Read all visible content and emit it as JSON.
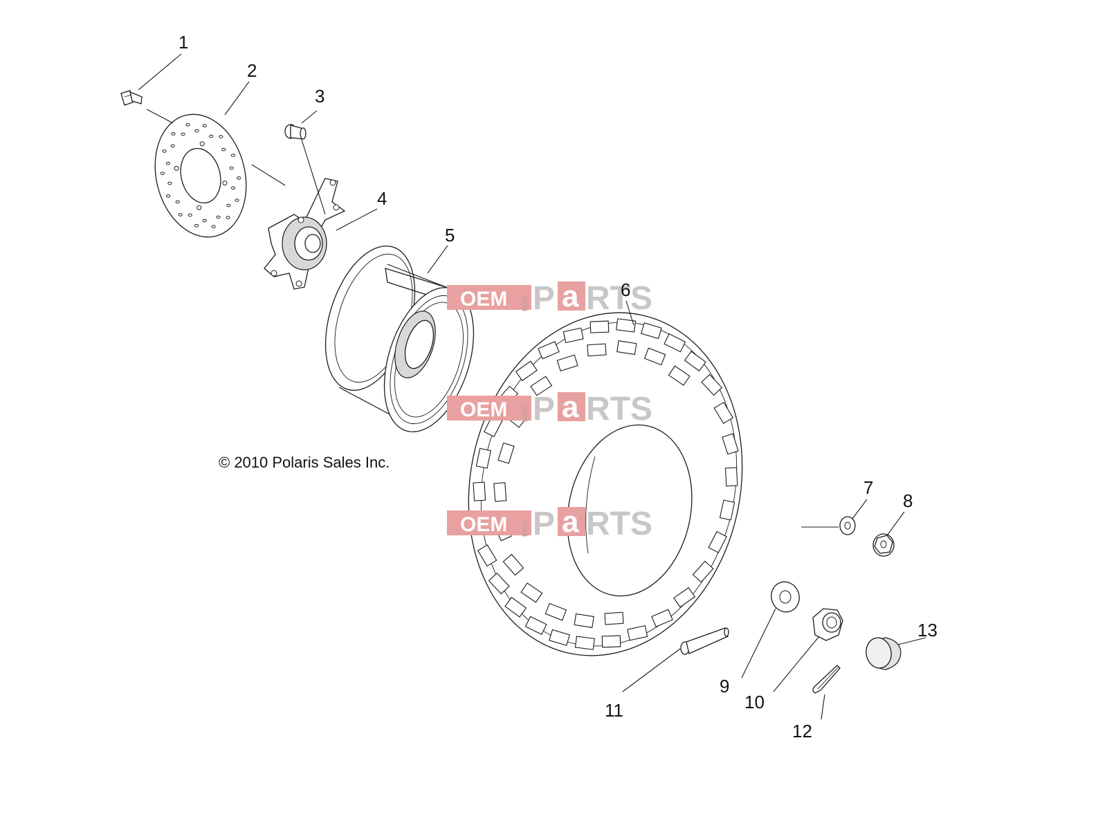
{
  "copyright": "© 2010 Polaris Sales Inc.",
  "callouts": [
    {
      "id": "1",
      "label": "1"
    },
    {
      "id": "2",
      "label": "2"
    },
    {
      "id": "3",
      "label": "3"
    },
    {
      "id": "4",
      "label": "4"
    },
    {
      "id": "5",
      "label": "5"
    },
    {
      "id": "6",
      "label": "6"
    },
    {
      "id": "7",
      "label": "7"
    },
    {
      "id": "8",
      "label": "8"
    },
    {
      "id": "9",
      "label": "9"
    },
    {
      "id": "10",
      "label": "10"
    },
    {
      "id": "11",
      "label": "11"
    },
    {
      "id": "12",
      "label": "12"
    },
    {
      "id": "13",
      "label": "13"
    }
  ],
  "watermark": {
    "oem": "OEM",
    "bike": "BIKE",
    "p": "P",
    "a": "a",
    "rts": "RTS"
  },
  "colors": {
    "watermark_red": "#e8a0a0",
    "watermark_gray": "#9a9a9a",
    "line": "#1a1a1a"
  }
}
